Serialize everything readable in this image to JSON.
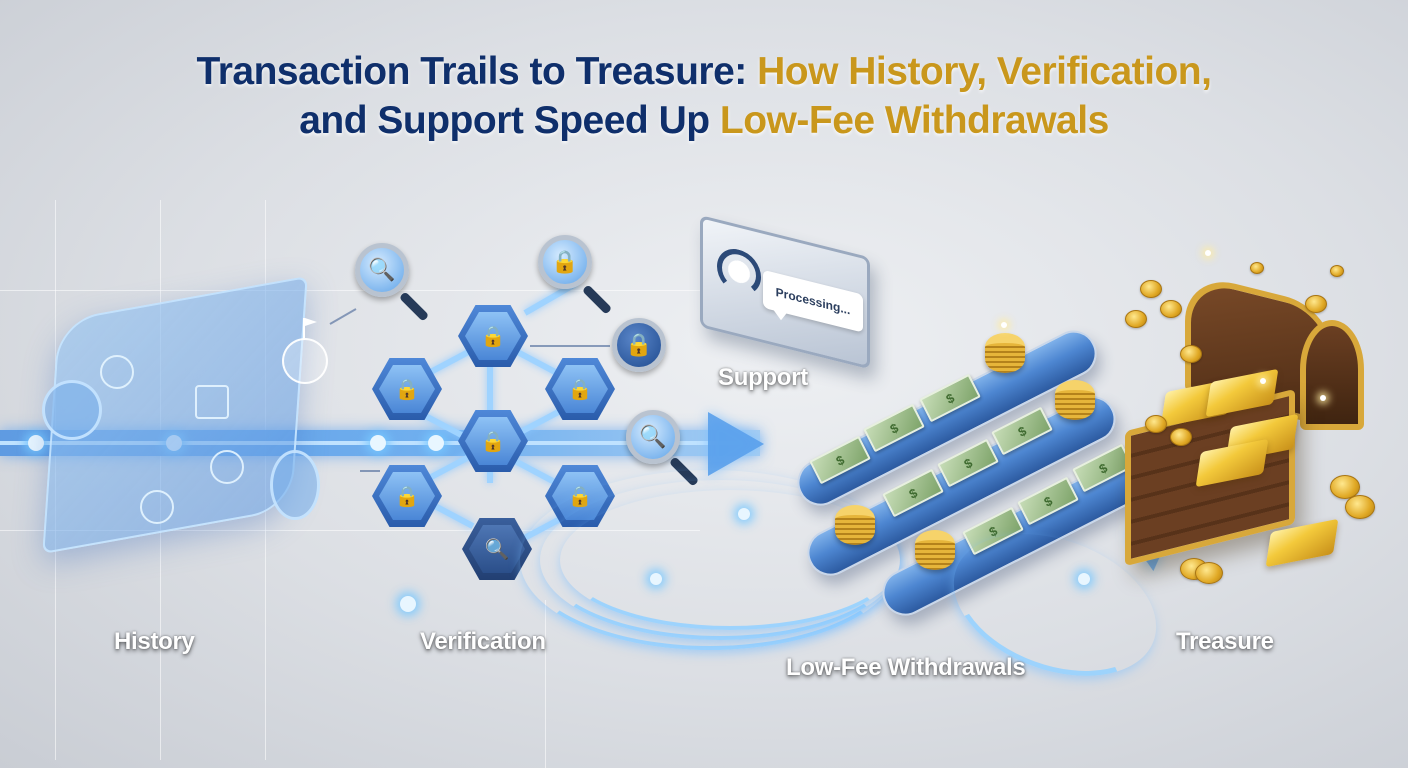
{
  "title": {
    "line1_part1": "Transaction Trails to Treasure:",
    "line1_part2": "How History, Verification,",
    "line2_part1": "and Support Speed Up",
    "line2_part2": "Low-Fee Withdrawals"
  },
  "colors": {
    "title_navy": "#0f2f6b",
    "title_gold": "#c9971c",
    "trail_blue": "#4a90e2",
    "hex_blue": "#2a5cab",
    "belt_blue": "#4d86d1",
    "chest_gold": "#d8a83a",
    "chest_wood": "#6b3f22",
    "background": "#dcdfe4"
  },
  "stages": [
    {
      "id": "history",
      "label": "History",
      "icon": "transaction-scroll-icon"
    },
    {
      "id": "verification",
      "label": "Verification",
      "icon": "lock-hex-network-icon"
    },
    {
      "id": "support",
      "label": "Support",
      "icon": "headset-chat-icon"
    },
    {
      "id": "withdrawals",
      "label": "Low-Fee Withdrawals",
      "icon": "conveyor-belt-icon"
    },
    {
      "id": "treasure",
      "label": "Treasure",
      "icon": "treasure-chest-icon"
    }
  ],
  "support_card": {
    "bubble_text": "Processing..."
  },
  "icons": {
    "lock": "🔒",
    "search": "🔍",
    "dollar": "$"
  }
}
